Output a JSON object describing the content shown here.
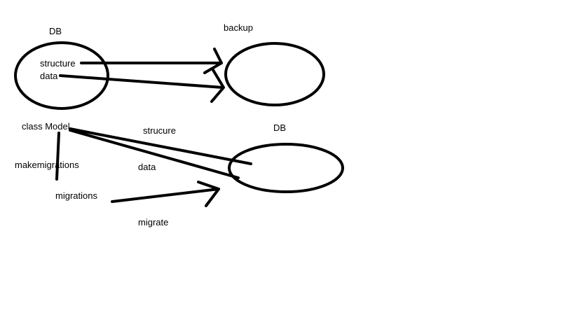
{
  "labels": {
    "db_top": "DB",
    "backup": "backup",
    "structure": "structure",
    "data_top": "data",
    "class_model": "class Model",
    "strucure": "strucure",
    "db_bottom": "DB",
    "makemigrations": "makemigrations",
    "data_bottom": "data",
    "migrations": "migrations",
    "migrate": "migrate"
  },
  "colors": {
    "background": "#ffffff",
    "stroke": "#000000"
  }
}
